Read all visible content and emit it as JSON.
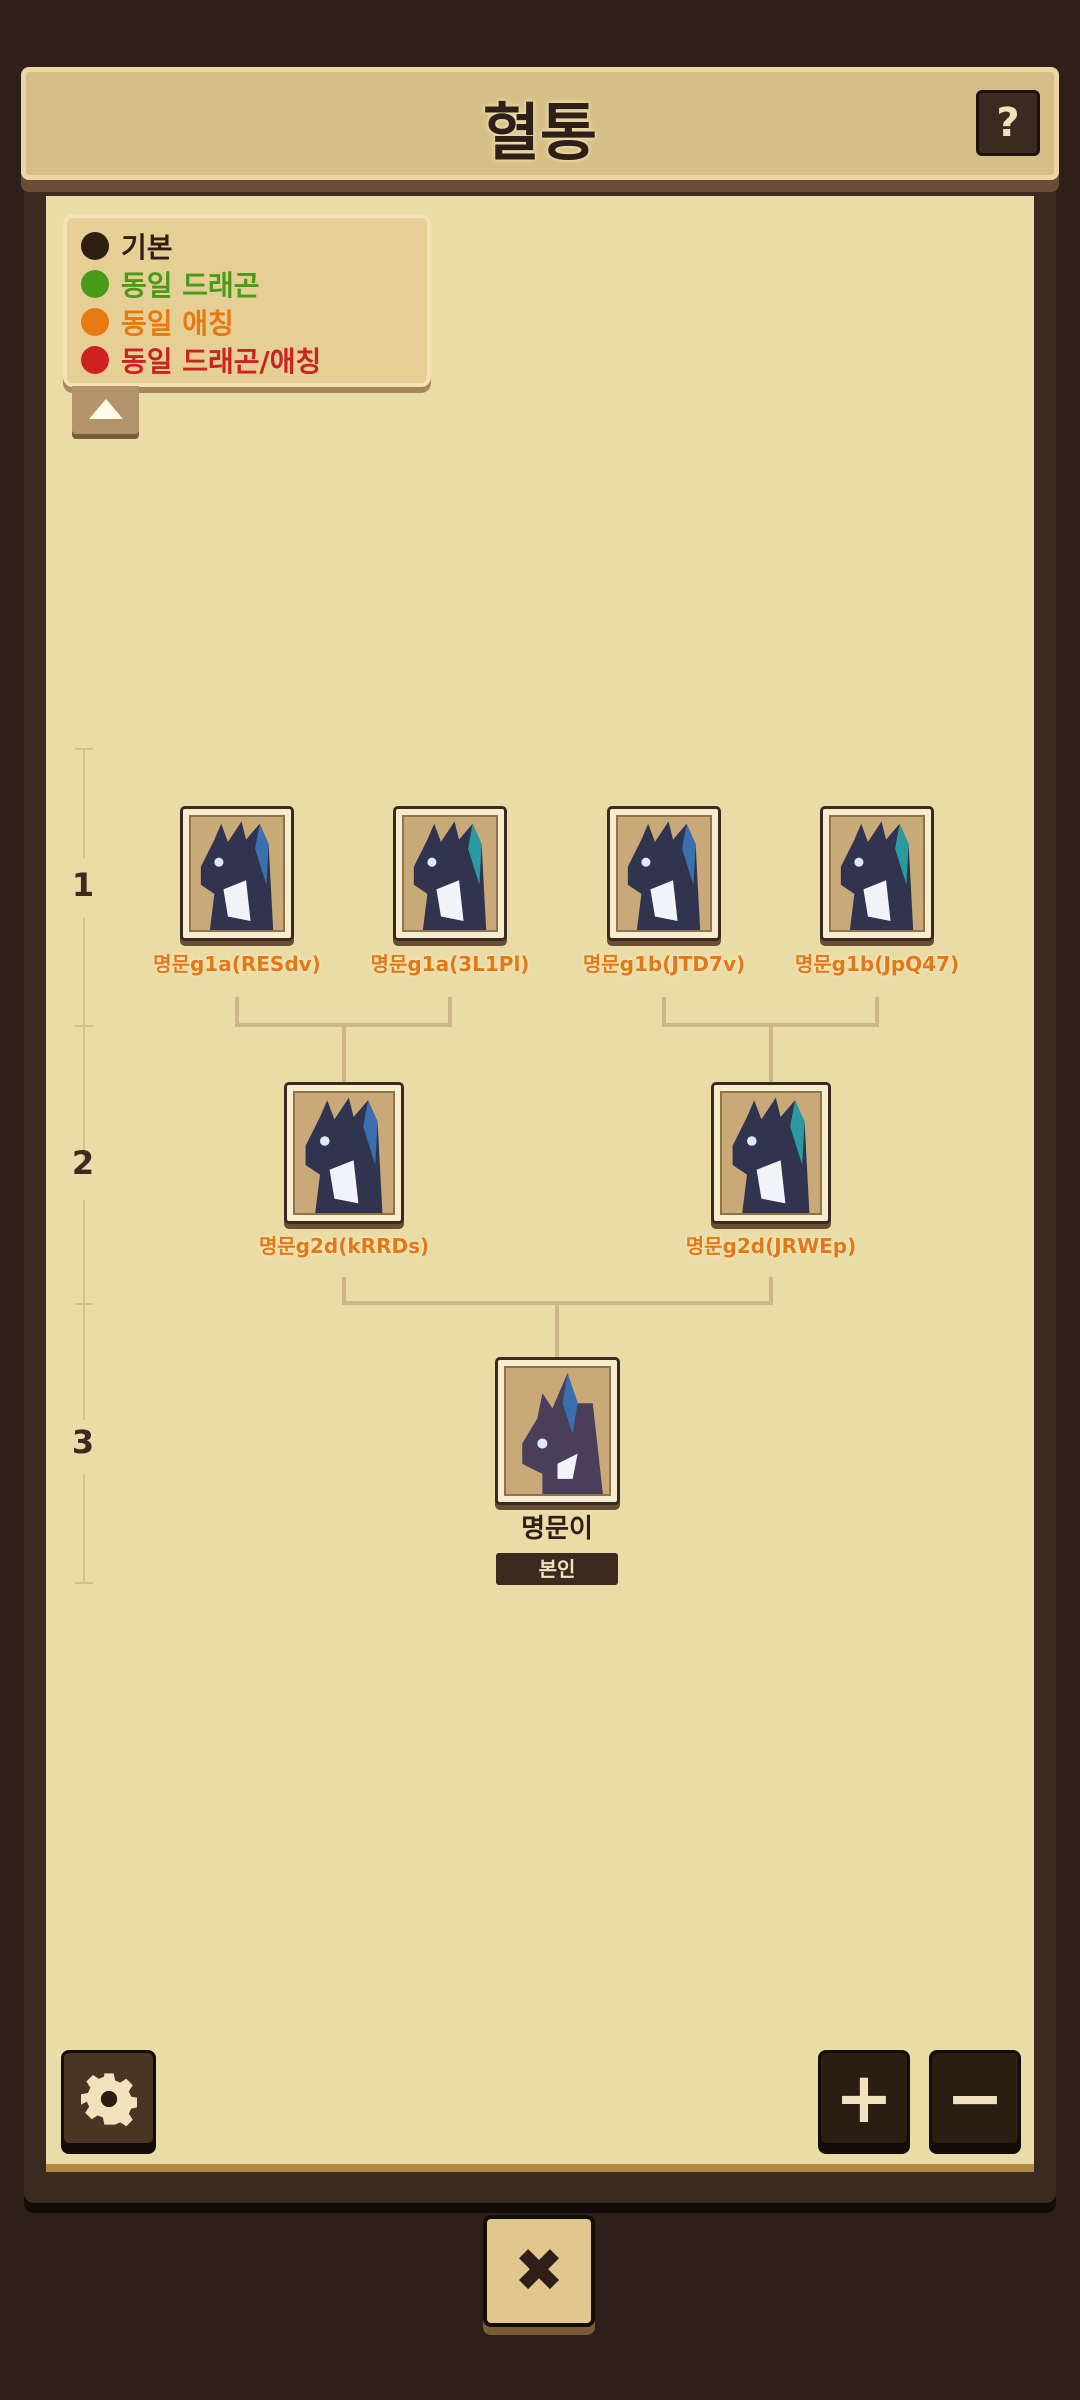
{
  "header": {
    "title": "혈통",
    "help_label": "?"
  },
  "legend": {
    "items": [
      {
        "label": "기본",
        "color": "#2e1f12"
      },
      {
        "label": "동일 드래곤",
        "color": "#4a9a1a"
      },
      {
        "label": "동일 애칭",
        "color": "#e87810"
      },
      {
        "label": "동일 드래곤/애칭",
        "color": "#cc2222"
      }
    ]
  },
  "generations": [
    "1",
    "2",
    "3"
  ],
  "tree": {
    "gen1": [
      {
        "name": "명문g1a(RESdv)"
      },
      {
        "name": "명문g1a(3L1Pl)"
      },
      {
        "name": "명문g1b(JTD7v)"
      },
      {
        "name": "명문g1b(JpQ47)"
      }
    ],
    "gen2": [
      {
        "name": "명문g2d(kRRDs)"
      },
      {
        "name": "명문g2d(JRWEp)"
      }
    ],
    "self": {
      "name": "명문이",
      "badge": "본인"
    }
  },
  "controls": {
    "zoom_in": "+",
    "zoom_out": "−",
    "close": "✖"
  }
}
